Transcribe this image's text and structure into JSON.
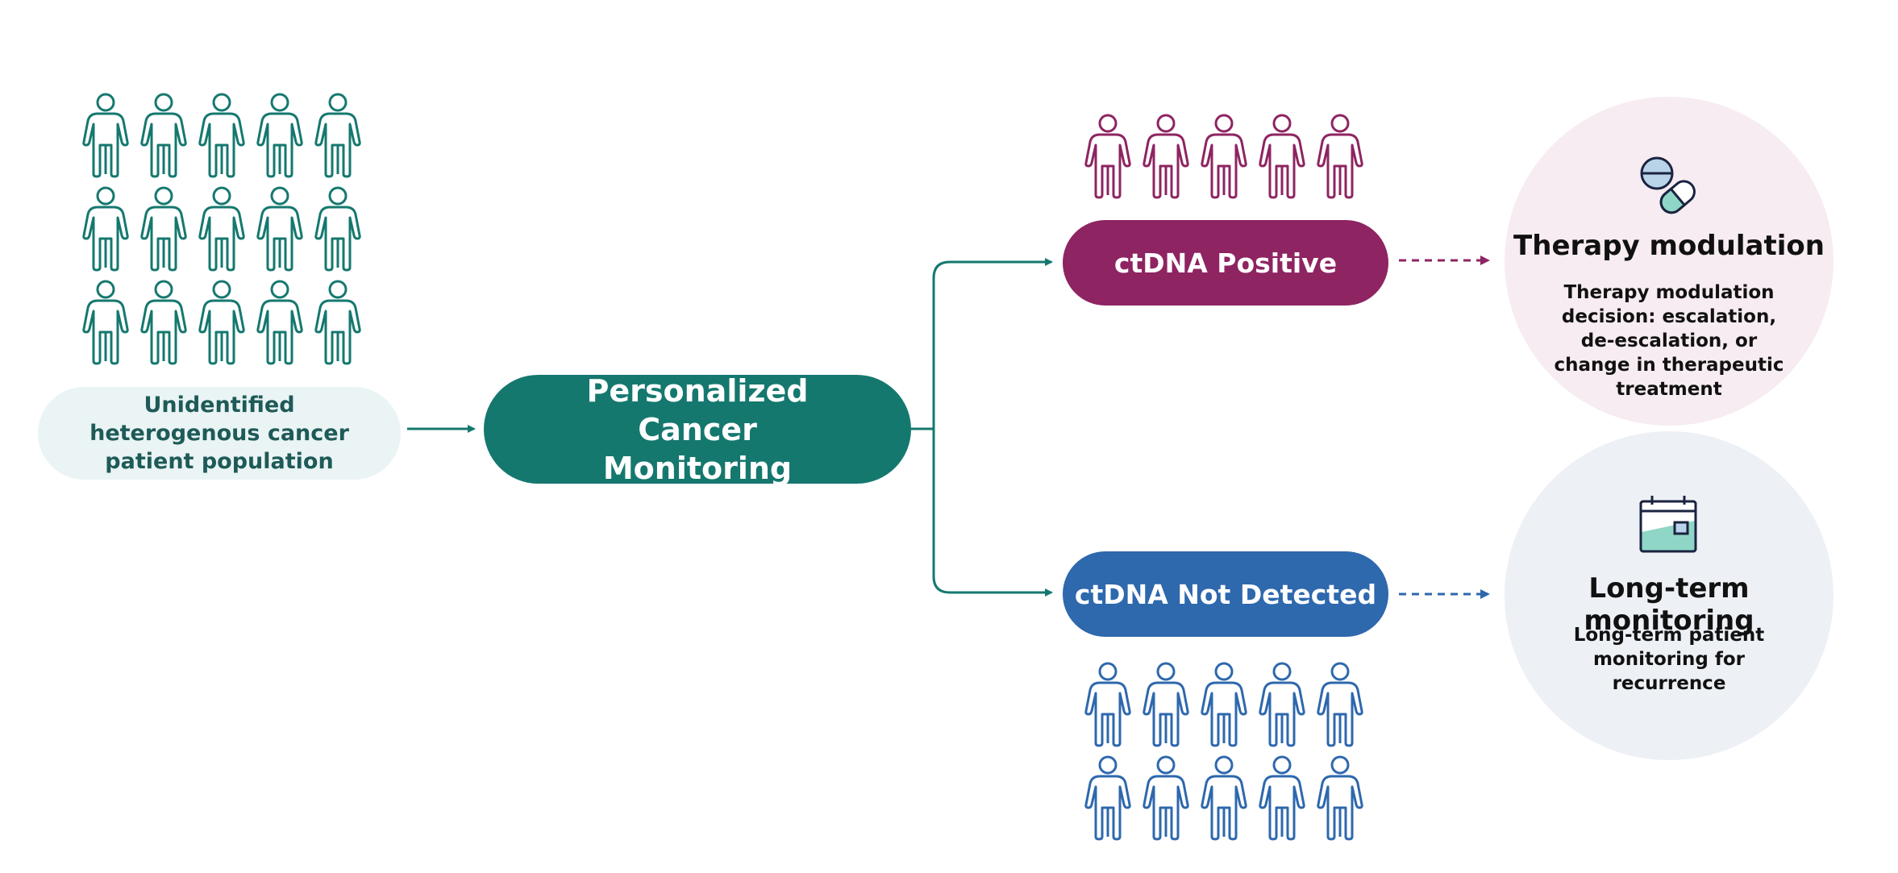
{
  "colors": {
    "teal": "#15786f",
    "plum": "#8e2462",
    "blue": "#2e68ad",
    "light_teal_bg": "#eaf4f4",
    "pink_bg": "#f6ecf1",
    "gray_blue_bg": "#edf0f5"
  },
  "population": {
    "label": "Unidentified heterogenous cancer patient population",
    "icon": "person-icon",
    "count": 15
  },
  "process": {
    "label": "Personalized Cancer Monitoring"
  },
  "positive": {
    "label": "ctDNA Positive",
    "icon": "person-icon",
    "count": 5
  },
  "negative": {
    "label": "ctDNA Not Detected",
    "icon": "person-icon",
    "count": 10
  },
  "therapy": {
    "title": "Therapy modulation",
    "description": "Therapy modulation decision: escalation, de-escalation, or change in therapeutic treatment",
    "icon": "pills-icon"
  },
  "monitoring": {
    "title": "Long-term monitoring",
    "description": "Long-term patient monitoring for recurrence",
    "icon": "calendar-icon"
  }
}
